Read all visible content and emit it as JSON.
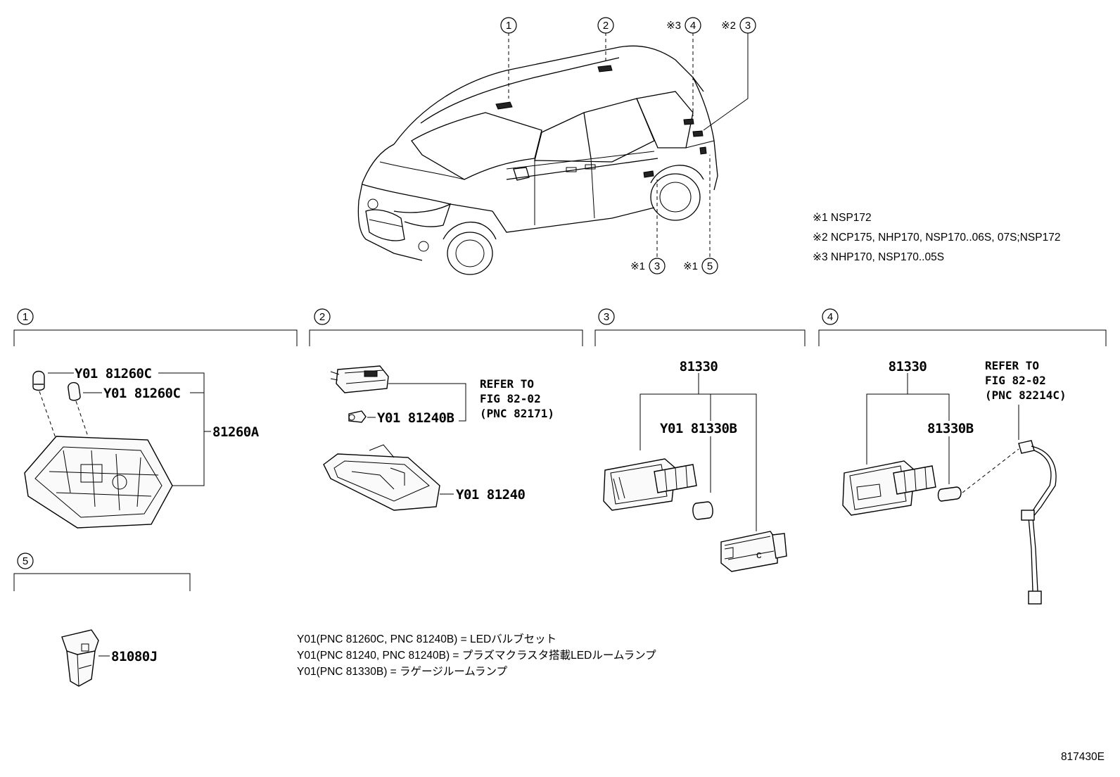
{
  "diagram_id": "817430E",
  "car_callouts": [
    {
      "num": "1",
      "prefix": ""
    },
    {
      "num": "2",
      "prefix": ""
    },
    {
      "num": "4",
      "prefix": "※3"
    },
    {
      "num": "3",
      "prefix": "※2"
    },
    {
      "num": "3",
      "prefix": "※1"
    },
    {
      "num": "5",
      "prefix": "※1"
    }
  ],
  "notes": [
    "※1 NSP172",
    "※2 NCP175, NHP170, NSP170..06S, 07S;NSP172",
    "※3 NHP170, NSP170..05S"
  ],
  "sections": [
    {
      "num": "1"
    },
    {
      "num": "2"
    },
    {
      "num": "3"
    },
    {
      "num": "4"
    },
    {
      "num": "5"
    }
  ],
  "parts": {
    "s1_bulb_a": "Y01 81260C",
    "s1_bulb_b": "Y01 81260C",
    "s1_assy": "81260A",
    "s2_bulb": "Y01 81240B",
    "s2_assy": "Y01 81240",
    "s3_assy": "81330",
    "s3_bulb": "Y01 81330B",
    "s4_assy": "81330",
    "s4_bulb": "81330B",
    "s5_switch": "81080J"
  },
  "refer_s2": [
    "REFER TO",
    "FIG 82-02",
    "(PNC 82171)"
  ],
  "refer_s4": [
    "REFER TO",
    "FIG 82-02",
    "(PNC 82214C)"
  ],
  "footnotes": [
    "Y01(PNC 81260C, PNC 81240B) = LEDバルブセット",
    "Y01(PNC 81240, PNC 81240B) = プラズマクラスタ搭載LEDルームランプ",
    "Y01(PNC 81330B) = ラゲージルームランプ"
  ]
}
